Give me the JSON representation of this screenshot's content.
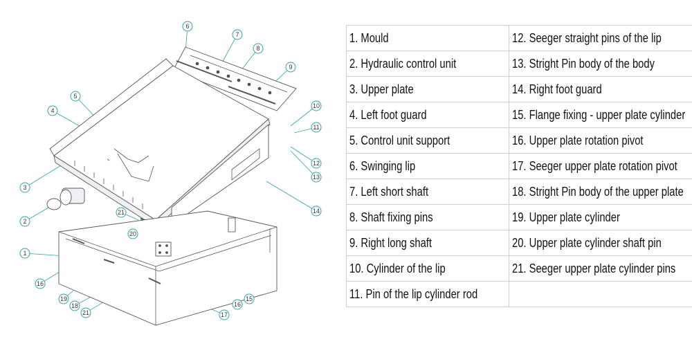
{
  "callouts": [
    "1",
    "2",
    "3",
    "4",
    "5",
    "6",
    "7",
    "8",
    "9",
    "10",
    "11",
    "12",
    "13",
    "14",
    "15",
    "16",
    "16",
    "17",
    "18",
    "19",
    "20",
    "21",
    "21"
  ],
  "legend": {
    "left": [
      "1. Mould",
      "2. Hydraulic control unit",
      "3. Upper plate",
      "4. Left foot guard",
      "5. Control unit support",
      "6. Swinging lip",
      "7. Left short shaft",
      "8. Shaft fixing pins",
      "9. Right long shaft",
      "10. Cylinder of the lip",
      "11. Pin of the lip cylinder rod"
    ],
    "right": [
      "12. Seeger straight pins of the lip",
      "13. Stright Pin body of the body",
      "14. Right foot guard",
      "15. Flange fixing - upper plate cylinder",
      "16. Upper plate rotation pivot",
      "17. Seeger upper plate rotation pivot",
      "18. Stright Pin body of the upper plate",
      "19. Upper plate cylinder",
      "20. Upper plate cylinder shaft pin",
      "21. Seeger upper plate cylinder pins",
      ""
    ]
  },
  "colors": {
    "callout_stroke": "#2fa3a8",
    "line": "#555555",
    "table_border": "#cfcfcf"
  }
}
